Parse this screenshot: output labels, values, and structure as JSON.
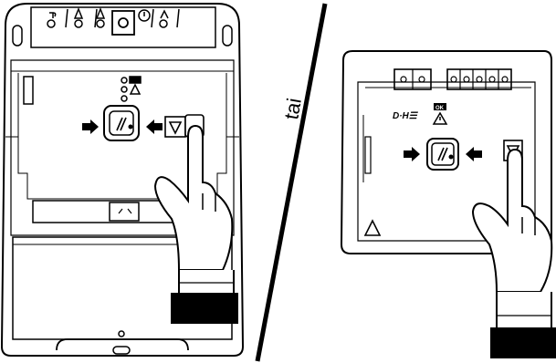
{
  "divider": {
    "word": "tai"
  },
  "right_device": {
    "brand": "D·H☰",
    "badge": "OK"
  },
  "icons": {
    "left_device": "device-front-panel",
    "right_device": "device-back-panel",
    "press_button": "down-triangle-button",
    "reset_button": "pairing-button",
    "arrows": "pointing-arrows",
    "hand": "pointing-hand",
    "warning": "warning-triangle"
  }
}
